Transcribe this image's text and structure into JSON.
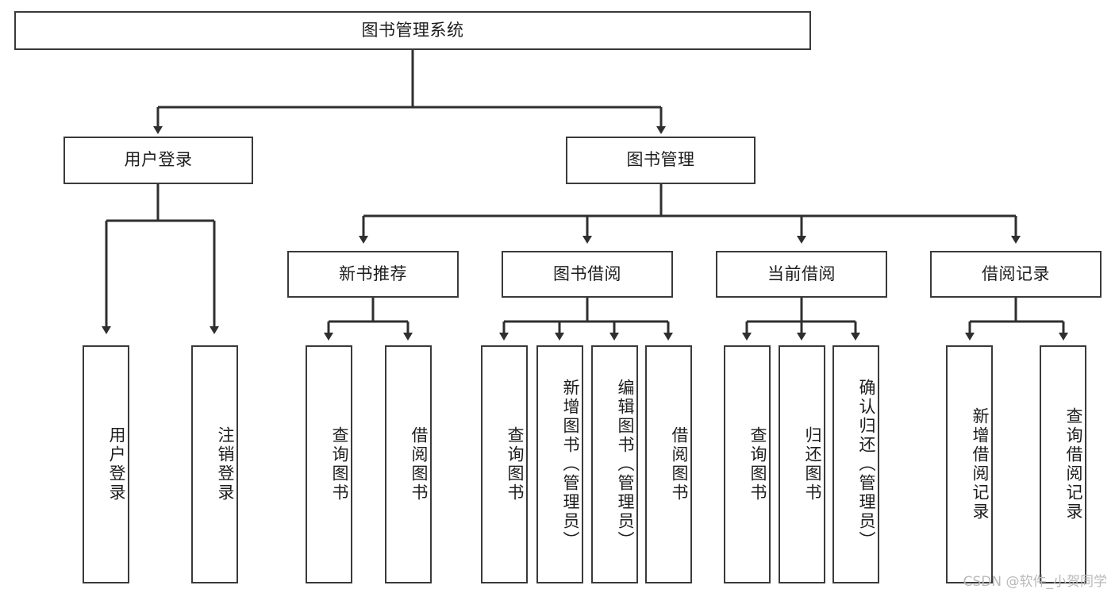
{
  "diagram": {
    "title": "图书管理系统",
    "type": "tree",
    "colors": {
      "background": "#ffffff",
      "border": "#3a3a3a",
      "text": "#1d1d1d",
      "connector": "#2f2f2f",
      "watermark": "#b9b9b9"
    },
    "root": {
      "label": "图书管理系统"
    },
    "level1": [
      {
        "label": "用户登录"
      },
      {
        "label": "图书管理"
      }
    ],
    "level2": [
      {
        "label": "新书推荐"
      },
      {
        "label": "图书借阅"
      },
      {
        "label": "当前借阅"
      },
      {
        "label": "借阅记录"
      }
    ],
    "leaves": {
      "user_login": [
        {
          "label": "用户登录"
        },
        {
          "label": "注销登录"
        }
      ],
      "new_book_recommend": [
        {
          "label": "查询图书"
        },
        {
          "label": "借阅图书"
        }
      ],
      "book_borrow": [
        {
          "label": "查询图书"
        },
        {
          "label": "新增图书（管理员）"
        },
        {
          "label": "编辑图书（管理员）"
        },
        {
          "label": "借阅图书"
        }
      ],
      "current_borrow": [
        {
          "label": "查询图书"
        },
        {
          "label": "归还图书"
        },
        {
          "label": "确认归还（管理员）"
        }
      ],
      "borrow_record": [
        {
          "label": "新增借阅记录"
        },
        {
          "label": "查询借阅记录"
        }
      ]
    }
  },
  "watermark": {
    "text": "CSDN @软件_小贺同学"
  }
}
